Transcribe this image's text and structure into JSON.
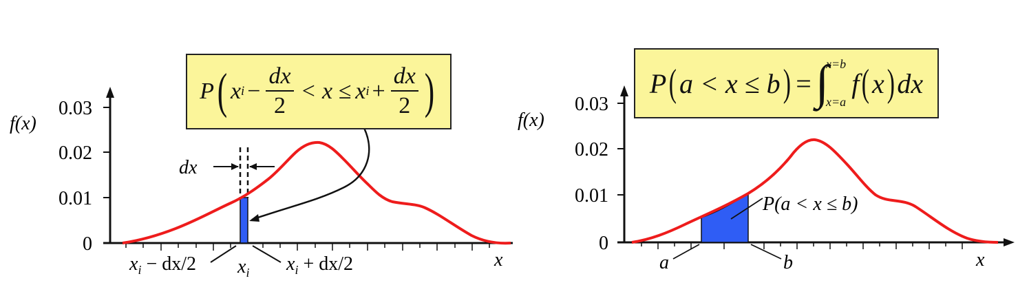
{
  "left_panel": {
    "ylabel": "f(x)",
    "yticks": [
      "0.03",
      "0.02",
      "0.01",
      "0"
    ],
    "xlabel": "x",
    "dx_label": "dx",
    "xi_label": "x",
    "xi_sub": "i",
    "xi_minus_label": "x",
    "xi_minus_sub": "i",
    "xi_minus_rest": " − dx/2",
    "xi_plus_label": "x",
    "xi_plus_sub": "i",
    "xi_plus_rest": " + dx/2",
    "box": {
      "P": "P",
      "x1": "x",
      "sub1": "i",
      "minus": "−",
      "num1": "dx",
      "den1": "2",
      "mid": "< x ≤",
      "x2": "x",
      "sub2": "i",
      "plus": "+",
      "num2": "dx",
      "den2": "2"
    }
  },
  "right_panel": {
    "ylabel": "f(x)",
    "yticks": [
      "0.03",
      "0.02",
      "0.01",
      "0"
    ],
    "xlabel": "x",
    "a_label": "a",
    "b_label": "b",
    "area_label": "P(a < x ≤ b)",
    "box": {
      "lhs": "P",
      "args": "a < x ≤ b",
      "eq": "=",
      "upper": "x=b",
      "lower": "x=a",
      "f": "f",
      "fx": "x",
      "dx": "dx"
    }
  },
  "colors": {
    "curve": "#ee1c1c",
    "fill": "#2f5df5",
    "box_bg": "#fbf59a",
    "axis": "#111111"
  }
}
